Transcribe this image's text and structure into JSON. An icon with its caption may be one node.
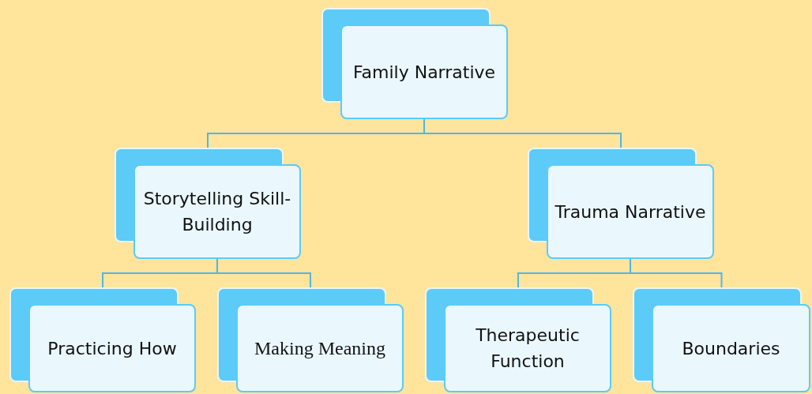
{
  "diagram": {
    "nodes": [
      {
        "text": [
          "Family Narrative"
        ]
      },
      {
        "text": [
          "Storytelling Skill-Building"
        ]
      },
      {
        "text": [
          "Trauma Narrative"
        ]
      },
      {
        "text": [
          "Practicing How"
        ]
      },
      {
        "text": [
          "Making Meaning"
        ]
      },
      {
        "text": [
          "Therapeutic Function"
        ]
      },
      {
        "text": [
          "Boundaries"
        ]
      }
    ],
    "edges": [
      {
        "from": 0,
        "to": 1,
        "arrow": "none"
      },
      {
        "from": 0,
        "to": 2,
        "arrow": "none"
      },
      {
        "from": 1,
        "to": 3,
        "arrow": "none"
      },
      {
        "from": 1,
        "to": 4,
        "arrow": "none"
      },
      {
        "from": 2,
        "to": 5,
        "arrow": "none"
      },
      {
        "from": 2,
        "to": 6,
        "arrow": "none"
      }
    ]
  }
}
